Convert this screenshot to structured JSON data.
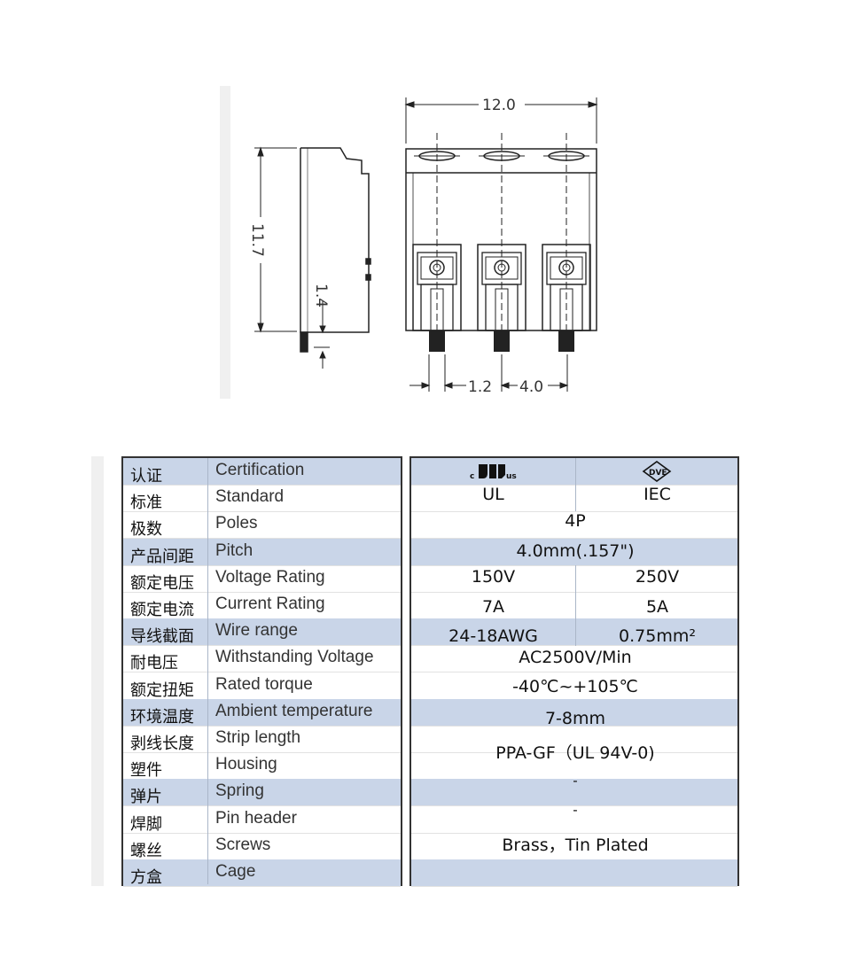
{
  "drawing": {
    "dim_width": "12.0",
    "dim_height": "11.7",
    "dim_pin": "1.4",
    "dim_pin_width": "1.2",
    "dim_pitch": "4.0"
  },
  "spec": {
    "rows": [
      {
        "cn": "认证",
        "en": "Certification"
      },
      {
        "cn": "标准",
        "en": "Standard"
      },
      {
        "cn": "极数",
        "en": "Poles"
      },
      {
        "cn": "产品间距",
        "en": "Pitch"
      },
      {
        "cn": "额定电压",
        "en": "Voltage Rating"
      },
      {
        "cn": "额定电流",
        "en": "Current Rating"
      },
      {
        "cn": "导线截面",
        "en": "Wire range"
      },
      {
        "cn": "耐电压",
        "en": "Withstanding Voltage"
      },
      {
        "cn": "额定扭矩",
        "en": "Rated torque"
      },
      {
        "cn": "环境温度",
        "en": "Ambient temperature"
      },
      {
        "cn": "剥线长度",
        "en": "Strip length"
      },
      {
        "cn": "塑件",
        "en": "Housing"
      },
      {
        "cn": "弹片",
        "en": "Spring"
      },
      {
        "cn": "焊脚",
        "en": "Pin header"
      },
      {
        "cn": "螺丝",
        "en": "Screws"
      },
      {
        "cn": "方盒",
        "en": "Cage"
      }
    ],
    "values": {
      "ul_mark": "c  us",
      "standard_ul": "UL",
      "standard_iec": "IEC",
      "poles": "4P",
      "pitch": "4.0mm(.157\")",
      "voltage_ul": "150V",
      "voltage_iec": "250V",
      "current_ul": "7A",
      "current_iec": "5A",
      "wire_ul": "24-18AWG",
      "wire_iec": "0.75mm²",
      "withstanding": "AC2500V/Min",
      "torque": "-40℃~+105℃",
      "ambient": "7-8mm",
      "housing": "PPA-GF（UL 94V-0)",
      "spring": "-",
      "pin_header": "-",
      "screws": "Brass，Tin Plated"
    }
  }
}
